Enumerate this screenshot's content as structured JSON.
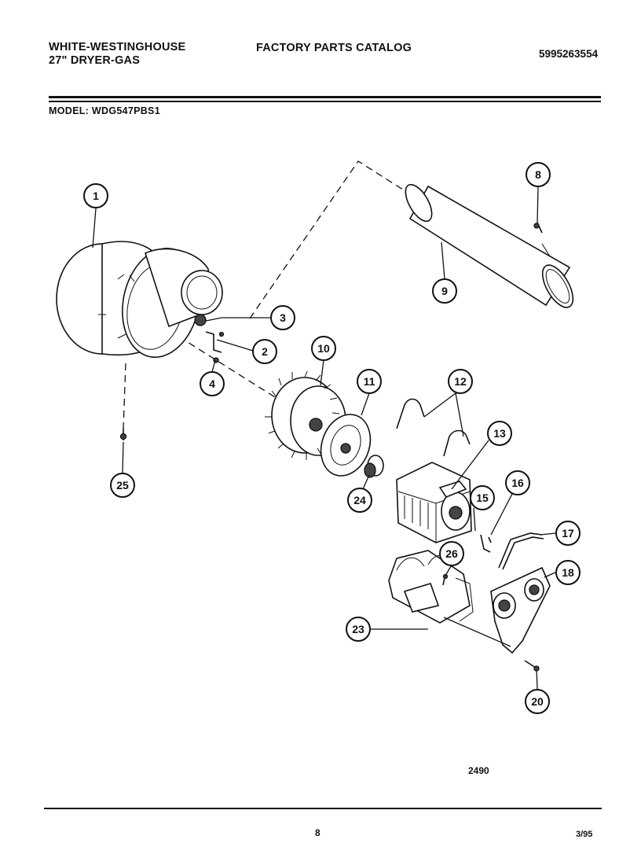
{
  "header": {
    "brand": "WHITE-WESTINGHOUSE",
    "product": "27\" DRYER-GAS",
    "catalog_title": "FACTORY PARTS CATALOG",
    "catalog_number": "5995263554",
    "model_label": "MODEL:",
    "model_number": "WDG547PBS1"
  },
  "diagram": {
    "callouts": [
      "1",
      "2",
      "3",
      "4",
      "8",
      "9",
      "10",
      "11",
      "12",
      "13",
      "15",
      "16",
      "17",
      "18",
      "20",
      "23",
      "24",
      "25",
      "26"
    ]
  },
  "footer": {
    "drawing_number": "2490",
    "page_number": "8",
    "date": "3/95"
  }
}
